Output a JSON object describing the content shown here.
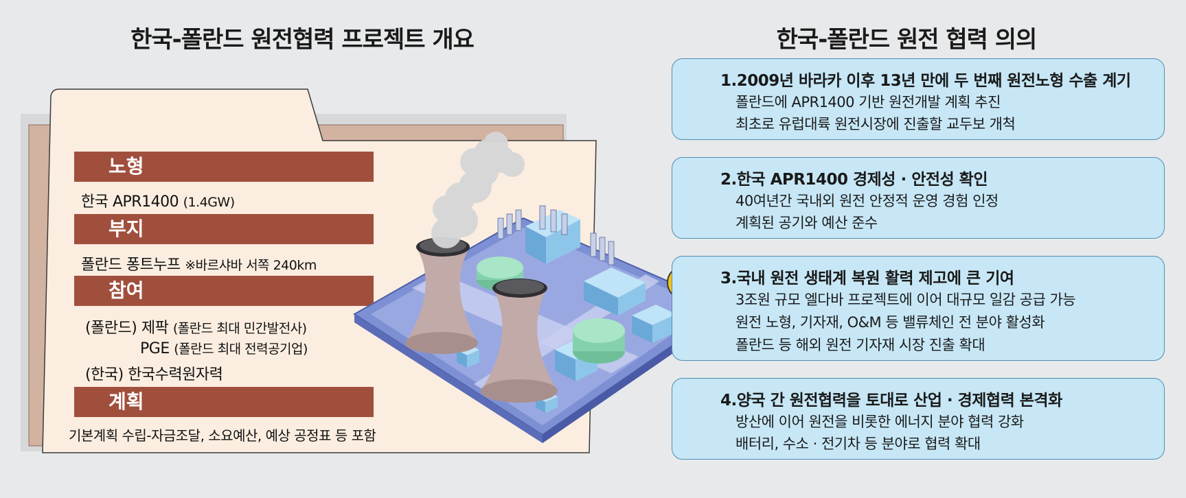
{
  "left_title": "한국-폴란드 원전협력 프로젝트 개요",
  "right_title": "한국-폴란드 원전 협력 의의",
  "overview": {
    "reactor": {
      "label": "노형",
      "main": "한국 APR1400",
      "note": "(1.4GW)"
    },
    "site": {
      "label": "부지",
      "main": "폴란드 퐁트누프",
      "note": "※바르샤바 서쪽 240km"
    },
    "participants": {
      "label": "참여",
      "rows": [
        {
          "prefix": "(폴란드) 제팍",
          "note": "(폴란드 최대 민간발전사)"
        },
        {
          "prefix": "PGE",
          "note": "(폴란드 최대 전력공기업)"
        },
        {
          "prefix": "(한국) 한국수력원자력",
          "note": ""
        }
      ]
    },
    "plan": {
      "label": "계획",
      "text": "기본계획 수립-자금조달, 소요예산, 예상 공정표 등 포함"
    }
  },
  "significance": [
    {
      "heading": "1.2009년 바라카 이후 13년 만에 두 번째 원전노형 수출 계기",
      "lines": [
        "폴란드에 APR1400 기반 원전개발 계획 추진",
        "최초로 유럽대륙 원전시장에 진출할 교두보 개척"
      ]
    },
    {
      "heading": "2.한국 APR1400 경제성 · 안전성 확인",
      "lines": [
        "40여년간 국내외 원전 안정적 운영 경험 인정",
        "계획된 공기와 예산 준수"
      ]
    },
    {
      "heading": "3.국내 원전 생태계 복원 활력 제고에 큰 기여",
      "lines": [
        "3조원 규모 엘다바 프로젝트에 이어 대규모 일감 공급 가능",
        "원전 노형, 기자재, O&M 등 밸류체인 전 분야 활성화",
        "폴란드 등 해외 원전 기자재 시장 진출 확대"
      ]
    },
    {
      "heading": "4.양국 간 원전협력을 토대로 산업 · 경제협력 본격화",
      "lines": [
        "방산에 이어 원전을 비롯한 에너지 분야 협력 강화",
        "배터리, 수소 · 전기차 등 분야로 협력 확대"
      ]
    }
  ],
  "colors": {
    "section_bar": "#a14f3d",
    "folder_front": "#fbeee0",
    "folder_back": "#d2b2a0",
    "box_fill": "#c7e7f6",
    "box_border": "#4b8db3"
  }
}
